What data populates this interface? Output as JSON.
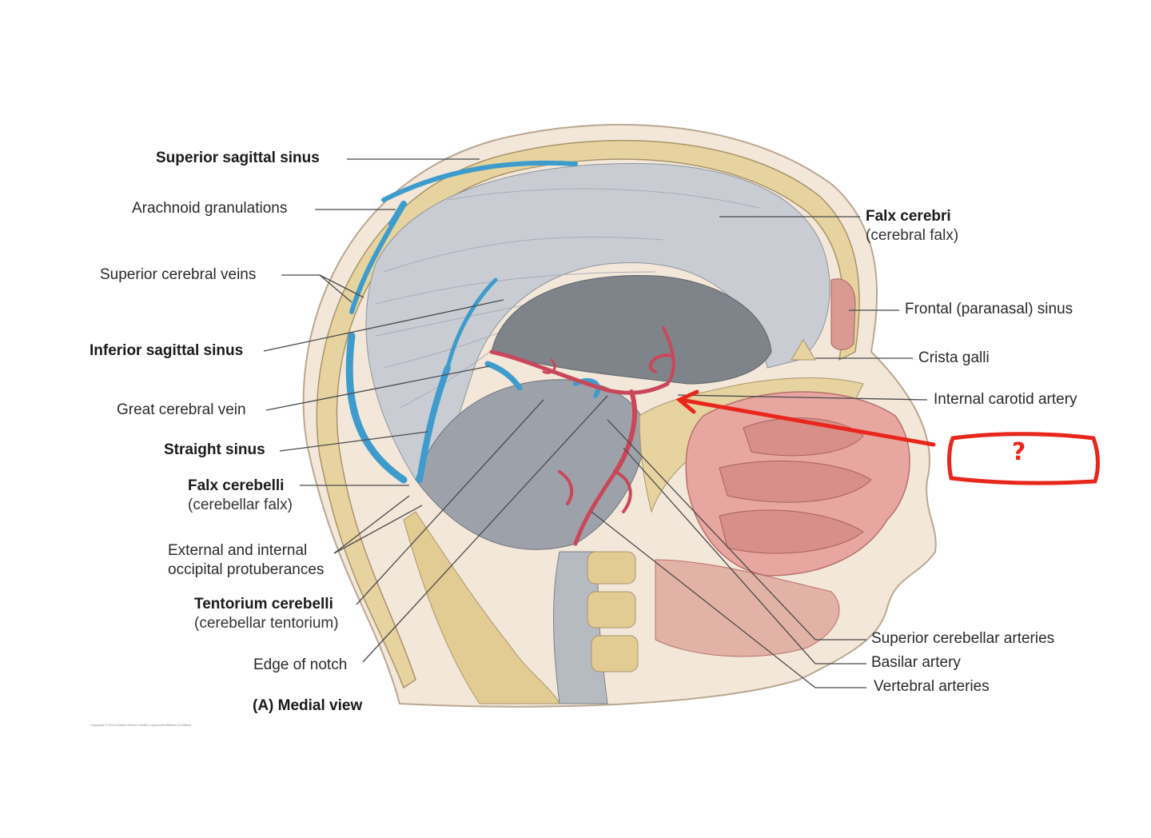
{
  "labels": {
    "superior_sagittal_sinus": "Superior sagittal sinus",
    "arachnoid_granulations": "Arachnoid granulations",
    "superior_cerebral_veins": "Superior cerebral veins",
    "inferior_sagittal_sinus": "Inferior sagittal sinus",
    "great_cerebral_vein": "Great cerebral vein",
    "straight_sinus": "Straight sinus",
    "falx_cerebelli": "Falx cerebelli",
    "falx_cerebelli_sub": "(cerebellar falx)",
    "occipital_line1": "External and internal",
    "occipital_line2": "occipital protuberances",
    "tentorium": "Tentorium cerebelli",
    "tentorium_sub": "(cerebellar tentorium)",
    "edge_of_notch": "Edge of notch",
    "falx_cerebri": "Falx cerebri",
    "falx_cerebri_sub": "(cerebral falx)",
    "frontal_sinus": "Frontal (paranasal) sinus",
    "crista_galli": "Crista galli",
    "internal_carotid": "Internal carotid artery",
    "superior_cerebellar": "Superior cerebellar arteries",
    "basilar": "Basilar artery",
    "vertebral": "Vertebral arteries"
  },
  "caption": "(A) Medial view",
  "copyright": "Copyright © 2014 Wolters Kluwer Health | Lippincott Williams & Wilkins",
  "quiz_box": {
    "text": "?"
  },
  "colors": {
    "bone": "#e6d3a0",
    "dura": "#c9ccd3",
    "vein": "#3d9ccc",
    "artery": "#c9475a",
    "mucosa": "#e8a6a1",
    "annotation_red": "#e8261c"
  }
}
